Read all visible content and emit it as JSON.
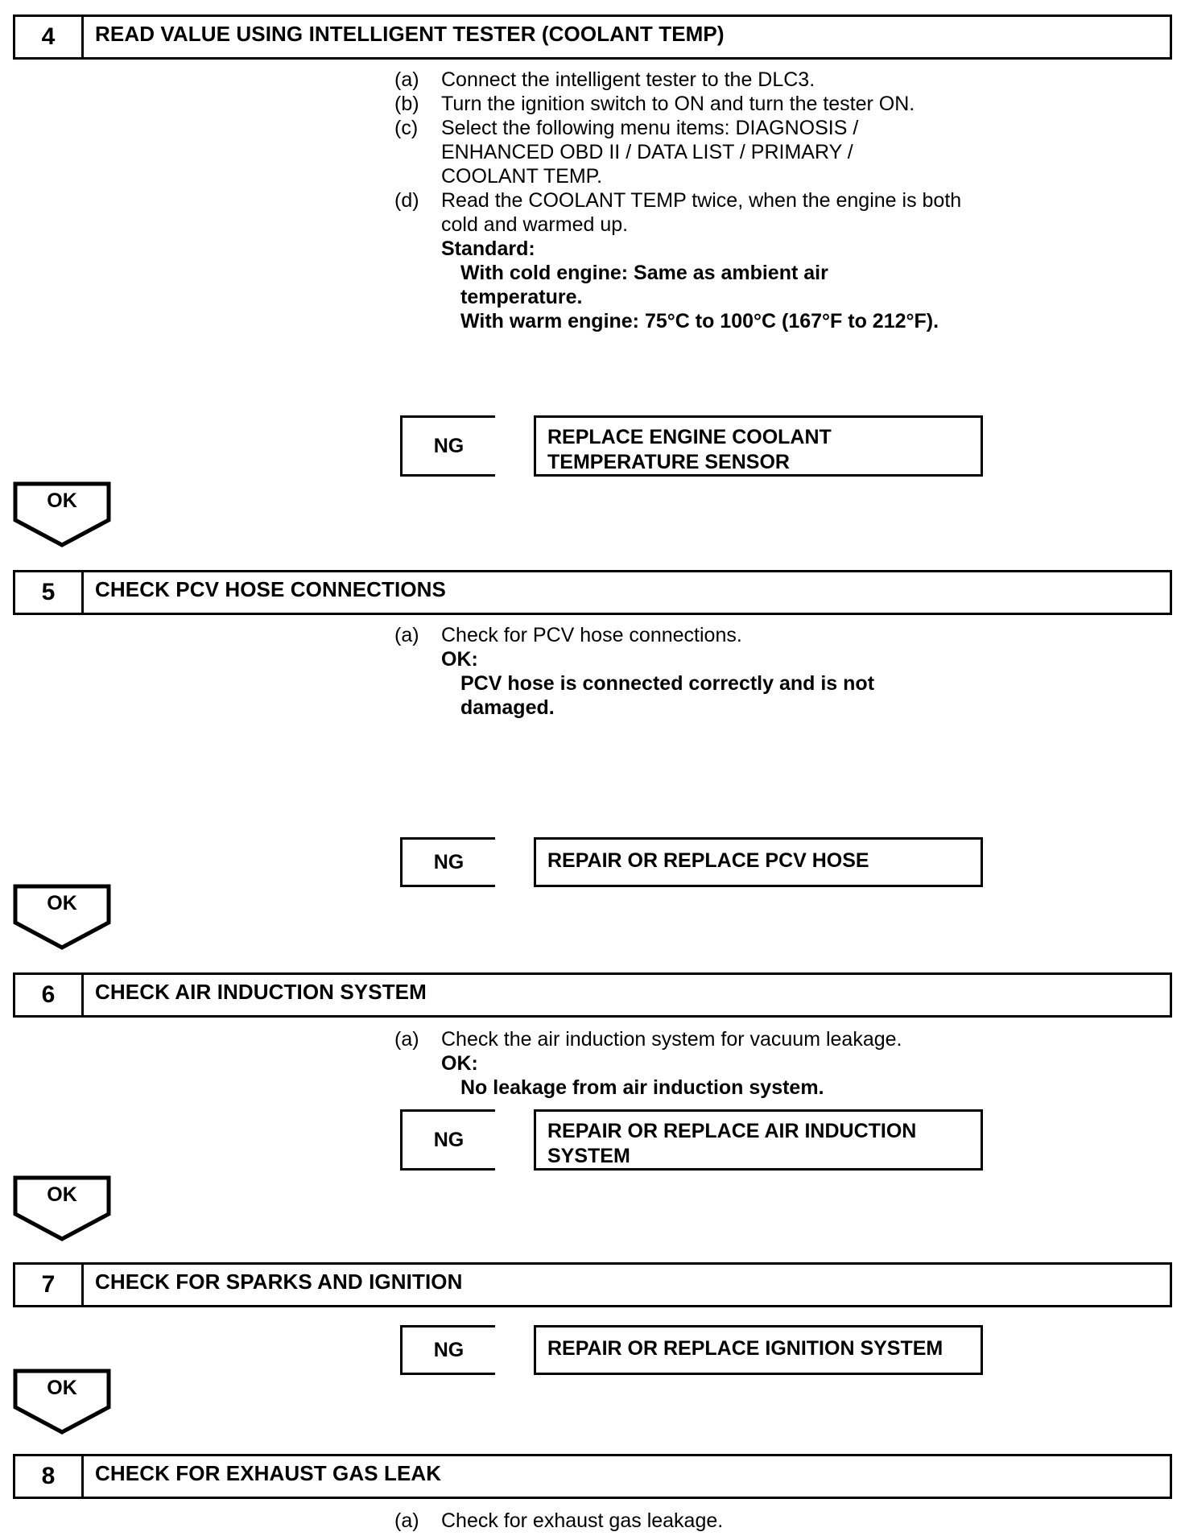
{
  "document": {
    "type": "diagnostic-flowchart",
    "ok_label": "OK",
    "ng_label": "NG"
  },
  "steps": [
    {
      "number": "4",
      "title": "READ VALUE USING INTELLIGENT TESTER (COOLANT TEMP)",
      "instructions": [
        {
          "mark": "(a)",
          "text": "Connect the intelligent tester to the DLC3."
        },
        {
          "mark": "(b)",
          "text": "Turn the ignition switch to ON and turn the tester ON."
        },
        {
          "mark": "(c)",
          "text": "Select the following menu items: DIAGNOSIS / ENHANCED OBD II / DATA LIST / PRIMARY / COOLANT TEMP."
        },
        {
          "mark": "(d)",
          "text": "Read the COOLANT TEMP twice, when the engine is both cold and warmed up."
        }
      ],
      "criteria_label": "Standard:",
      "criteria_lines": [
        "With cold engine: Same as ambient air temperature.",
        "With warm engine: 75°C to 100°C (167°F to 212°F)."
      ],
      "ng_result": "REPLACE ENGINE COOLANT TEMPERATURE SENSOR"
    },
    {
      "number": "5",
      "title": "CHECK PCV HOSE CONNECTIONS",
      "instructions": [
        {
          "mark": "(a)",
          "text": "Check for PCV hose connections."
        }
      ],
      "criteria_label": "OK:",
      "criteria_lines": [
        "PCV hose is connected correctly and is not damaged."
      ],
      "ng_result": "REPAIR OR REPLACE PCV HOSE"
    },
    {
      "number": "6",
      "title": "CHECK AIR INDUCTION SYSTEM",
      "instructions": [
        {
          "mark": "(a)",
          "text": "Check the air induction system for vacuum leakage."
        }
      ],
      "criteria_label": "OK:",
      "criteria_lines": [
        "No leakage from air induction system."
      ],
      "ng_result": "REPAIR OR REPLACE AIR INDUCTION SYSTEM"
    },
    {
      "number": "7",
      "title": "CHECK FOR SPARKS AND IGNITION",
      "instructions": [],
      "criteria_label": "",
      "criteria_lines": [],
      "ng_result": "REPAIR OR REPLACE IGNITION SYSTEM"
    },
    {
      "number": "8",
      "title": "CHECK FOR EXHAUST GAS LEAK",
      "instructions": [
        {
          "mark": "(a)",
          "text": "Check for exhaust gas leakage."
        }
      ],
      "criteria_label": "",
      "criteria_lines": [],
      "ng_result": ""
    }
  ]
}
